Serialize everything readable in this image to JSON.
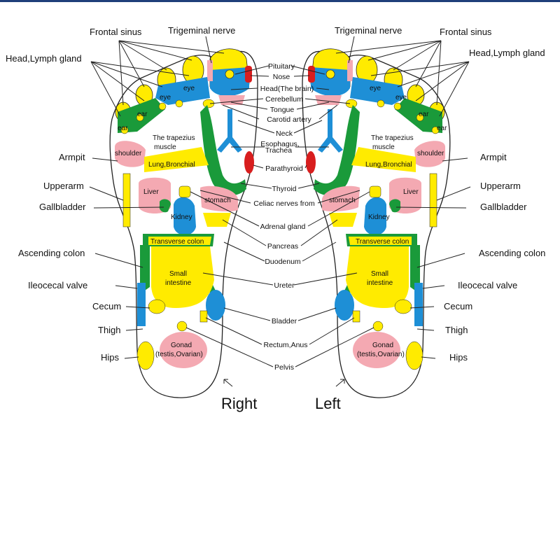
{
  "colors": {
    "yellow": "#ffeb00",
    "blue": "#1e8fd6",
    "green": "#1a9a3a",
    "pink": "#f4a9b2",
    "red": "#d81e1e",
    "outline": "#222222"
  },
  "titles": {
    "right": "Right",
    "left": "Left"
  },
  "side_labels": {
    "frontal_sinus": "Frontal sinus",
    "trigeminal_nerve": "Trigeminal nerve",
    "head_lymph": "Head,Lymph gland",
    "armpit": "Armpit",
    "upperarm": "Upperarm",
    "gallbladder": "Gallbladder",
    "ascending_colon": "Ascending colon",
    "ileocecal_valve": "Ileocecal valve",
    "cecum": "Cecum",
    "thigh": "Thigh",
    "hips": "Hips"
  },
  "center_labels": {
    "pituitary": "Pituitary",
    "nose": "Nose",
    "head_brain": "Head(The brain)",
    "cerebellum": "Cerebellum",
    "tongue": "Tongue",
    "carotid": "Carotid artery",
    "neck": "Neck",
    "esophagus": "Esophagus,",
    "trachea": "Trachea",
    "parathyroid": "Parathyroid",
    "thyroid": "Thyroid",
    "celiac": "Celiac nerves from",
    "adrenal": "Adrenal gland",
    "pancreas": "Pancreas",
    "duodenum": "Duodenum",
    "ureter": "Ureter",
    "bladder": "Bladder",
    "rectum": "Rectum,Anus",
    "pelvis": "Pelvis"
  },
  "foot_labels": {
    "eye": "eye",
    "ear": "ear",
    "trapezius_1": "The trapezius",
    "trapezius_2": "muscle",
    "shoulder": "shoulder",
    "lung": "Lung,Bronchial",
    "liver": "Liver",
    "stomach": "stomach",
    "kidney": "Kidney",
    "transverse": "Transverse colon",
    "small_1": "Small",
    "small_2": "intestine",
    "gonad_1": "Gonad",
    "gonad_2": "(testis,Ovarian)"
  }
}
